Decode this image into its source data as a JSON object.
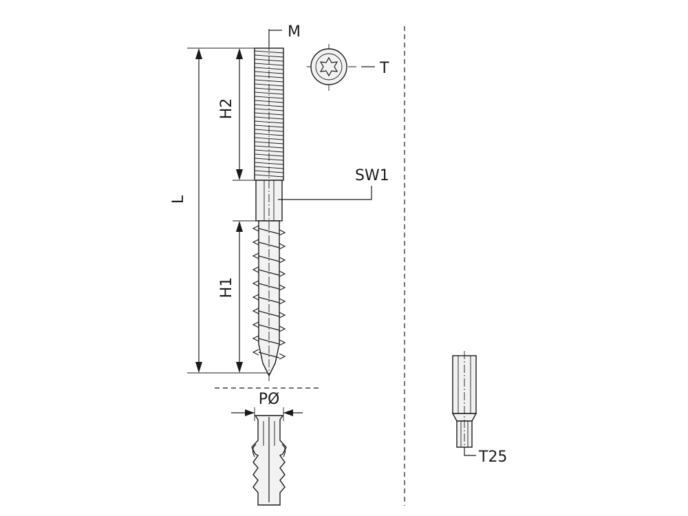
{
  "labels": {
    "m": "M",
    "t": "T",
    "h2": "H2",
    "l": "L",
    "sw1": "SW1",
    "h1": "H1",
    "p_dia": "PØ",
    "t25": "T25"
  },
  "icons": {
    "torx_head": "torx-star-icon"
  }
}
